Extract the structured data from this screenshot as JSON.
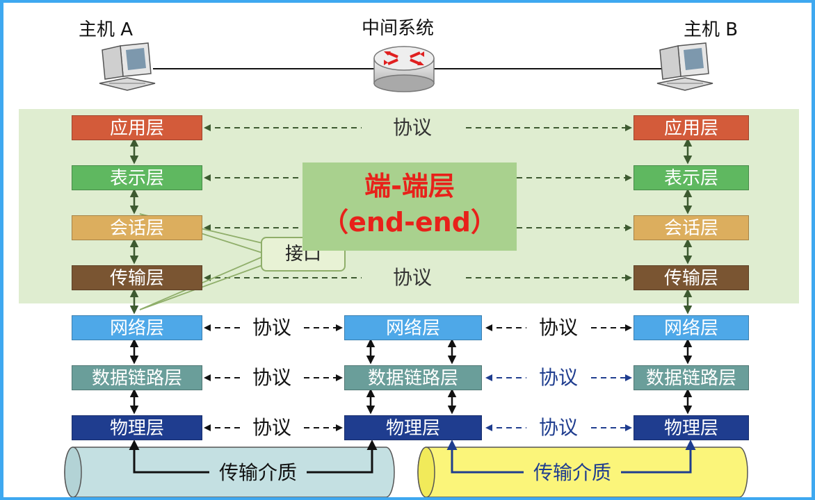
{
  "hosts": {
    "host_a_label": "主机 A",
    "middle_label": "中间系统",
    "host_b_label": "主机 B"
  },
  "layers": {
    "application": "应用层",
    "presentation": "表示层",
    "session": "会话层",
    "transport": "传输层",
    "network": "网络层",
    "datalink": "数据链路层",
    "physical": "物理层"
  },
  "protocol_label": "协议",
  "endend": {
    "title": "端-端层",
    "subtitle": "（end-end）"
  },
  "interface_label": "接口",
  "medium_label": "传输介质",
  "colors": {
    "application": "#d35b3a",
    "presentation": "#5fb860",
    "session": "#dcae5e",
    "transport": "#7a5532",
    "network": "#4ea8e8",
    "datalink": "#6a9e9a",
    "physical": "#1f3d8f",
    "endend_panel": "#dcebcc",
    "endend_box": "#a9d18e",
    "endend_text": "#e8211a",
    "protocol_blue": "#1f3d8f",
    "medium_left": "#c4e0e2",
    "medium_right": "#fbf57a",
    "frame": "#3ea8f0"
  }
}
